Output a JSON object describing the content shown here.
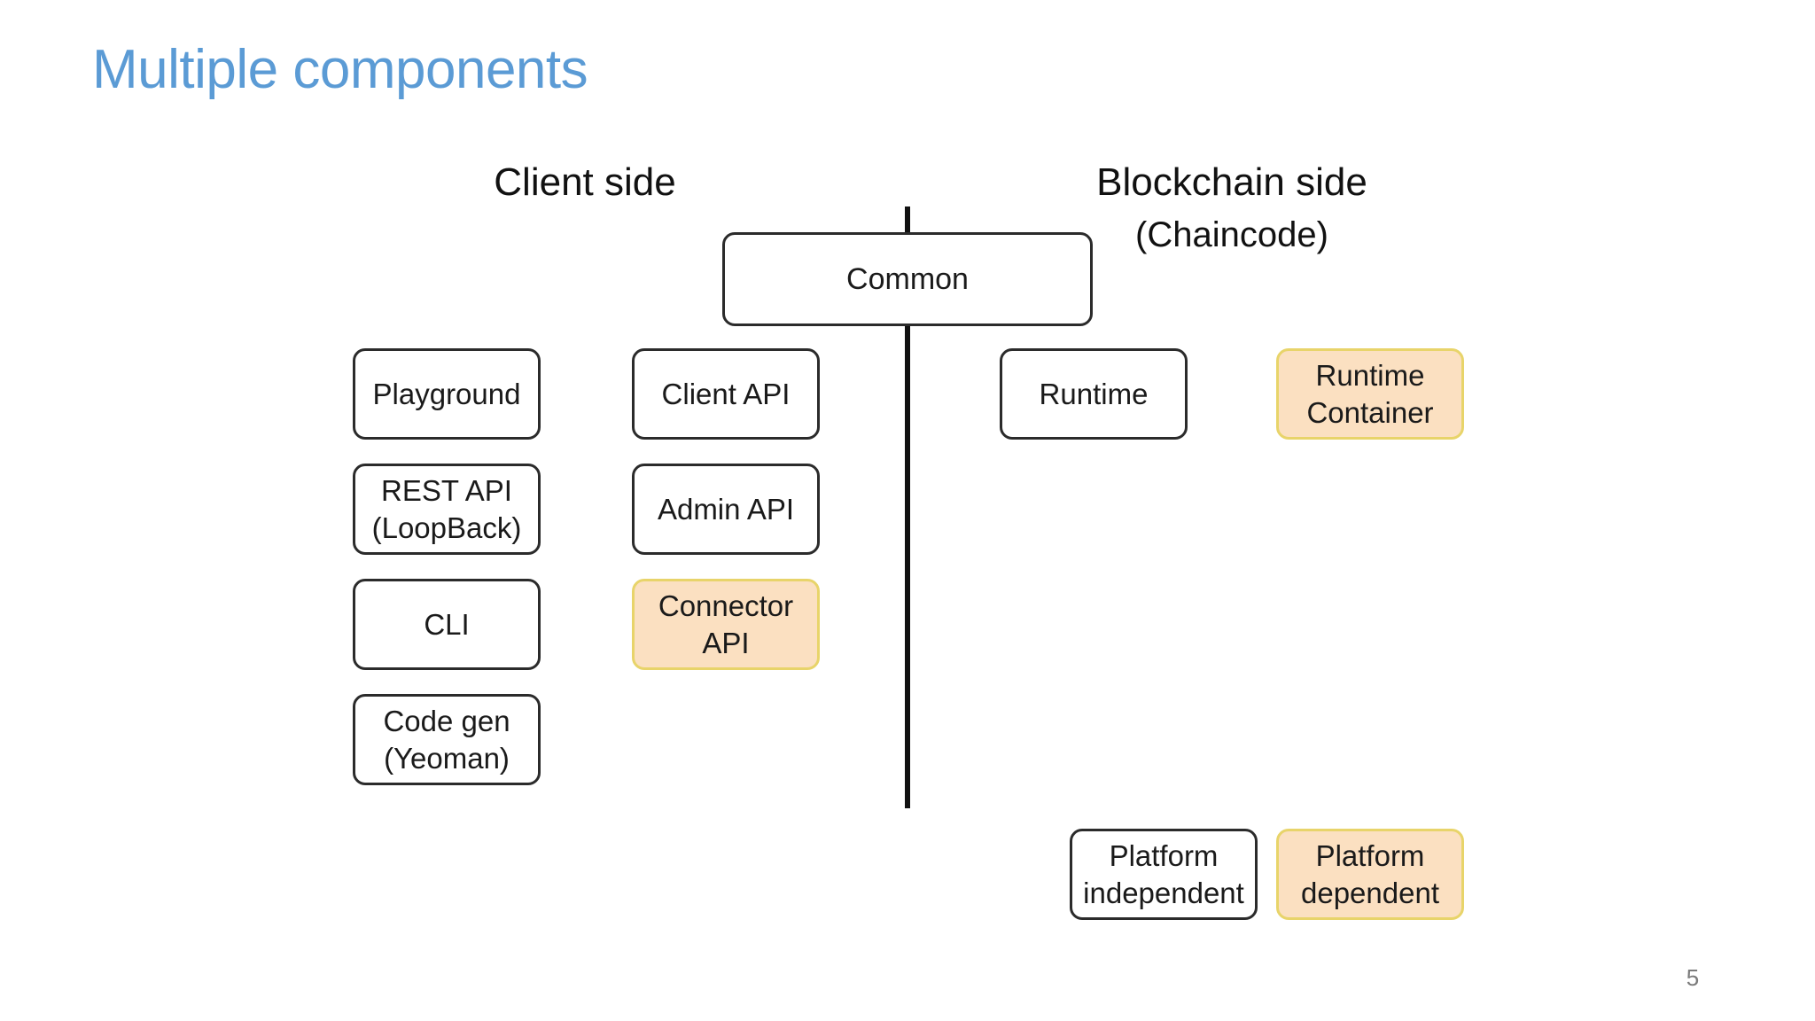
{
  "slide": {
    "title": "Multiple components",
    "page_number": "5",
    "background_color": "#ffffff",
    "title_color": "#5b9bd5"
  },
  "diagram": {
    "type": "block-diagram",
    "sections": {
      "client_side_label": "Client side",
      "blockchain_side_label": "Blockchain side",
      "blockchain_side_sublabel": "(Chaincode)"
    },
    "divider": {
      "name": "vertical-divider",
      "color": "#111111"
    },
    "shared_node": {
      "label": "Common",
      "style": "plain"
    },
    "client_column_1": [
      {
        "label": "Playground",
        "style": "plain"
      },
      {
        "label": "REST API\n(LoopBack)",
        "style": "plain"
      },
      {
        "label": "CLI",
        "style": "plain"
      },
      {
        "label": "Code gen\n(Yeoman)",
        "style": "plain"
      }
    ],
    "client_column_2": [
      {
        "label": "Client API",
        "style": "plain"
      },
      {
        "label": "Admin API",
        "style": "plain"
      },
      {
        "label": "Connector\nAPI",
        "style": "highlight"
      }
    ],
    "blockchain_column": [
      {
        "label": "Runtime",
        "style": "plain"
      },
      {
        "label": "Runtime\nContainer",
        "style": "highlight"
      }
    ],
    "legend": [
      {
        "label": "Platform\nindependent",
        "style": "plain"
      },
      {
        "label": "Platform\ndependent",
        "style": "highlight"
      }
    ],
    "colors": {
      "plain_fill": "#ffffff",
      "plain_border": "#2b2b2b",
      "highlight_fill": "#fbe0c1",
      "highlight_border": "#e8d46a",
      "text": "#1a1a1a"
    }
  }
}
